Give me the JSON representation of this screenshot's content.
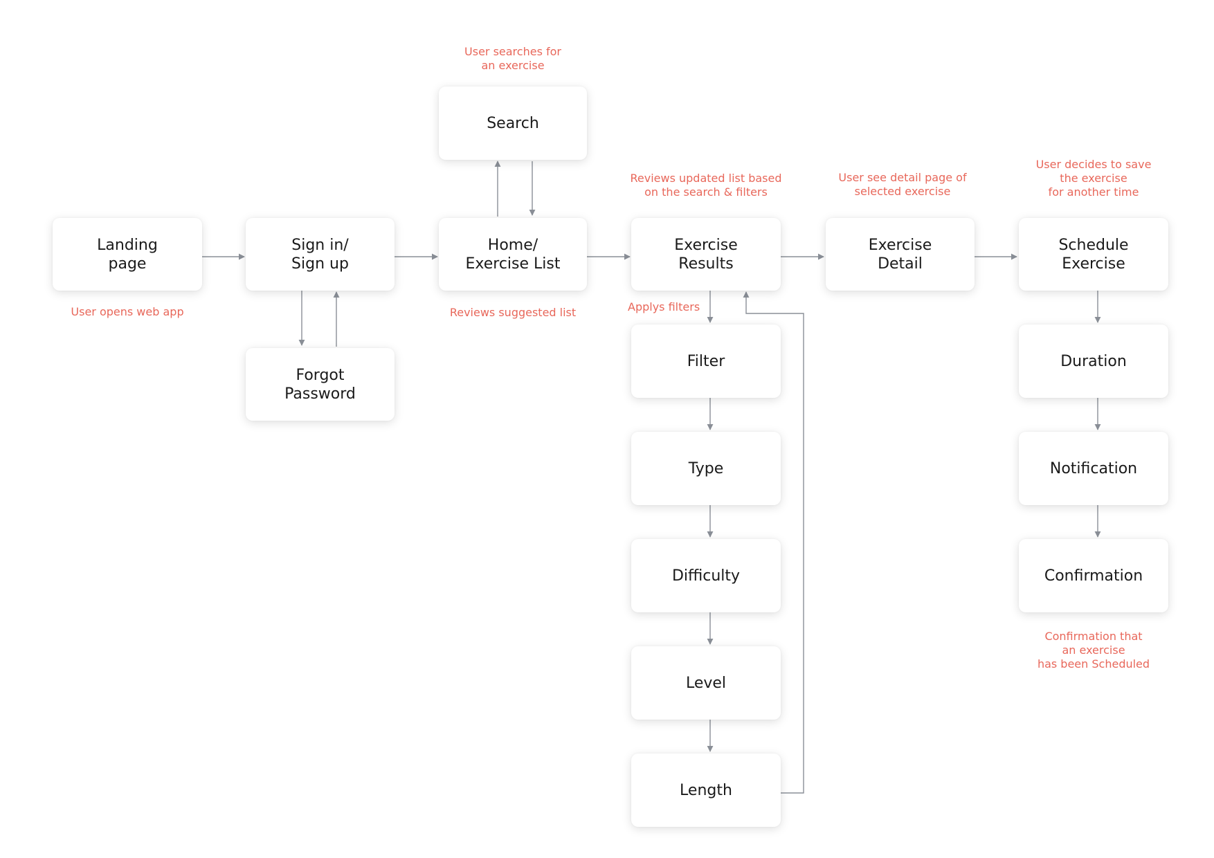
{
  "nodes": {
    "landing": "Landing\npage",
    "signin": "Sign in/\nSign up",
    "forgot": "Forgot\nPassword",
    "search": "Search",
    "home": "Home/\nExercise List",
    "results": "Exercise\nResults",
    "filter": "Filter",
    "type": "Type",
    "difficulty": "Difficulty",
    "level": "Level",
    "length": "Length",
    "detail": "Exercise\nDetail",
    "schedule": "Schedule\nExercise",
    "duration": "Duration",
    "notification": "Notification",
    "confirmation": "Confirmation"
  },
  "notes": {
    "opens": "User opens web app",
    "searches": "User searches for\nan exercise",
    "suggested": "Reviews suggested list",
    "updated": "Reviews updated list based\non the search & filters",
    "filters": "Applys filters",
    "detail": "User see detail page of\nselected exercise",
    "save": "User decides to save\nthe exercise\nfor another time",
    "confirm": "Confirmation that\nan exercise\nhas been Scheduled"
  },
  "colors": {
    "annotation": "#e8675a",
    "connector": "#8a8f97",
    "text": "#1a1a1a"
  }
}
